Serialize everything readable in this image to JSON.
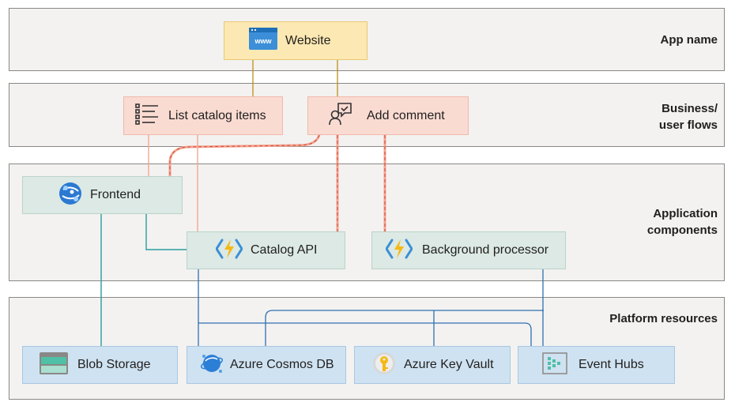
{
  "layers": {
    "app_name": "App name",
    "flows_line1": "Business/",
    "flows_line2": "user flows",
    "components_line1": "Application",
    "components_line2": "components",
    "platform": "Platform resources"
  },
  "app": {
    "label": "Website",
    "icon": "www-icon"
  },
  "flows": [
    {
      "label": "List catalog items",
      "icon": "list-icon"
    },
    {
      "label": "Add comment",
      "icon": "user-comment-icon"
    }
  ],
  "components": [
    {
      "label": "Frontend",
      "icon": "app-service-icon"
    },
    {
      "label": "Catalog API",
      "icon": "function-icon"
    },
    {
      "label": "Background processor",
      "icon": "function-icon"
    }
  ],
  "resources": [
    {
      "label": "Blob Storage",
      "icon": "storage-icon"
    },
    {
      "label": "Azure Cosmos DB",
      "icon": "cosmos-db-icon"
    },
    {
      "label": "Azure Key Vault",
      "icon": "key-vault-icon"
    },
    {
      "label": "Event Hubs",
      "icon": "event-hubs-icon"
    }
  ],
  "colors": {
    "website_line": "#b8860b",
    "flow_line": "#f4a68e",
    "flow_dashed": "#d9534f",
    "component_line": "#2a9d9d",
    "platform_line": "#2f6fb0"
  }
}
